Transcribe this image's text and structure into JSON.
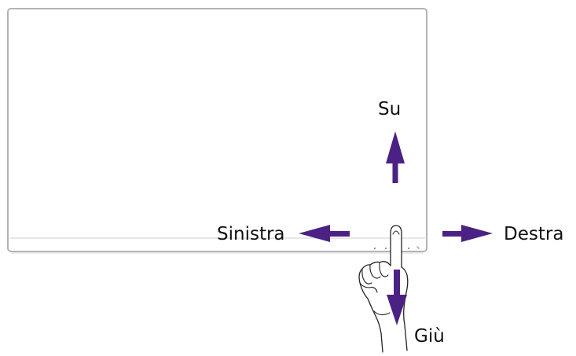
{
  "labels": {
    "up": "Su",
    "left": "Sinistra",
    "right": "Destra",
    "down": "Giù"
  },
  "colors": {
    "arrow": "#4b2283",
    "monitor_outline": "#b5b5b5",
    "hand_outline": "#222222",
    "background": "#ffffff"
  },
  "icons": [
    "monitor-outline",
    "control-buttons",
    "hand-icon",
    "arrow-up-icon",
    "arrow-left-icon",
    "arrow-right-icon",
    "arrow-down-icon"
  ]
}
